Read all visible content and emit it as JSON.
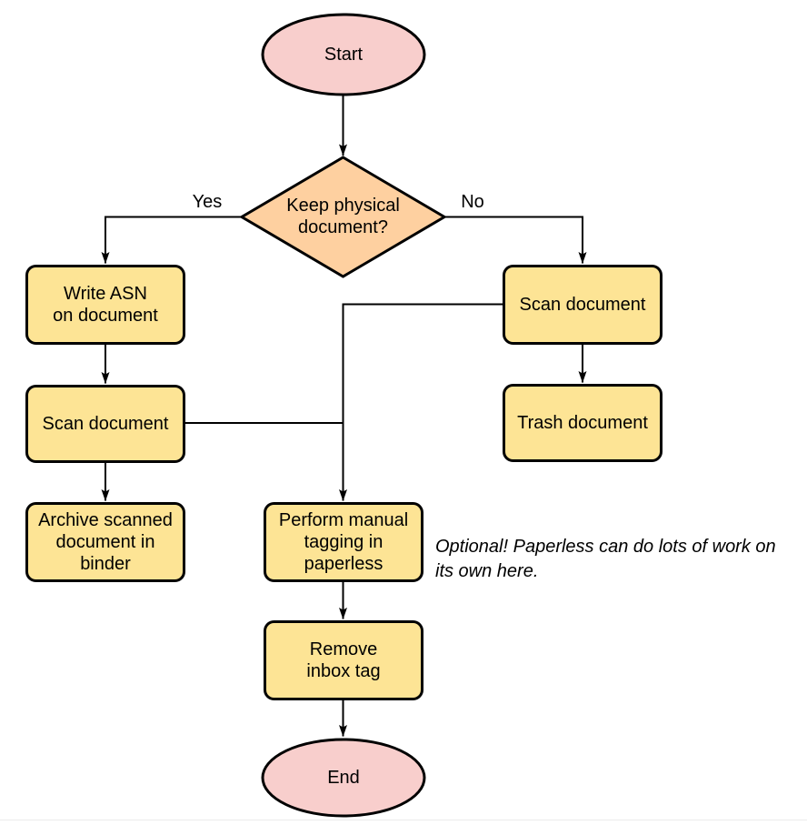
{
  "diagram": {
    "nodes": {
      "start": {
        "label": "Start"
      },
      "decision": {
        "label": "Keep physical\ndocument?"
      },
      "write_asn": {
        "label": "Write ASN\non document"
      },
      "scan_left": {
        "label": "Scan document"
      },
      "archive": {
        "label": "Archive scanned\ndocument in\nbinder"
      },
      "scan_right": {
        "label": "Scan document"
      },
      "trash": {
        "label": "Trash document"
      },
      "tagging": {
        "label": "Perform manual\ntagging in\npaperless"
      },
      "remove_inbox": {
        "label": "Remove\ninbox tag"
      },
      "end": {
        "label": "End"
      }
    },
    "edge_labels": {
      "yes": "Yes",
      "no": "No"
    },
    "note": "Optional! Paperless can do lots of work on\nits own here.",
    "colors": {
      "terminator_fill": "#f8cecc",
      "decision_fill": "#fed0a0",
      "process_fill": "#fde495",
      "stroke": "#000000",
      "connector": "#000000"
    }
  }
}
